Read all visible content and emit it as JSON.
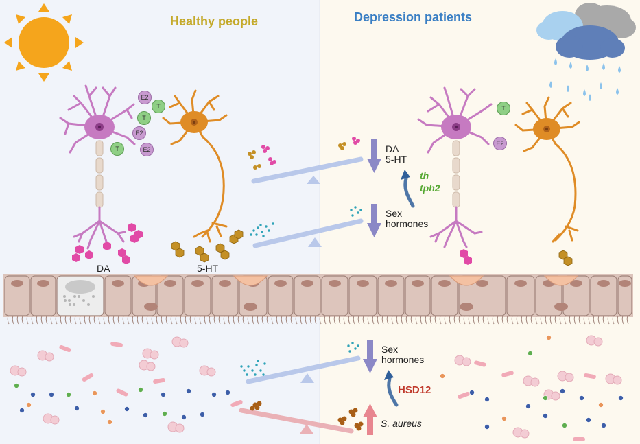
{
  "panels": {
    "healthy_title": "Healthy people",
    "depression_title": "Depression patients"
  },
  "neuron_labels": {
    "da": "DA",
    "serotonin": "5-HT"
  },
  "hormone_badges": {
    "estradiol": "E2",
    "testosterone": "T"
  },
  "upper_readouts": {
    "neurotransmitters": "DA\n5-HT",
    "sex_hormones": "Sex\nhormones"
  },
  "upper_genes": {
    "gene1": "th",
    "gene2": "tph2"
  },
  "lower_readouts": {
    "sex_hormones": "Sex\nhormones",
    "enzyme": "HSD12",
    "bacterium": "S. aureus"
  },
  "colors": {
    "healthy_title": "#c4a92a",
    "depression_title": "#3a7fc4",
    "healthy_bg": "#f1f4fa",
    "depression_bg": "#fdf9ef",
    "down_arrow": "#8b88c6",
    "up_arrow": "#e8868f",
    "gene": "#55a832",
    "enzyme": "#c0392b",
    "seesaw": "#b9c8ea",
    "seesaw_pink": "#eab1b6"
  }
}
